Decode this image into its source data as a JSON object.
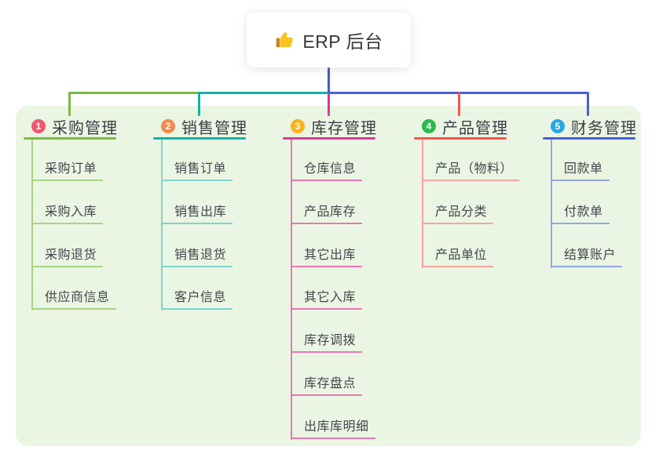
{
  "root": {
    "icon": "thumbs-up-icon",
    "label": "ERP 后台"
  },
  "palette": {
    "page_bg": "#ffffff",
    "panel_bg": "#eaf6e3",
    "root_connector": "#4c58c6",
    "header_text": "#3d3d46",
    "child_text": "#45454d"
  },
  "branches": [
    {
      "num": "1",
      "label": "采购管理",
      "badge_color": "#f4566f",
      "line_color": "#7cb845",
      "child_line_color": "#a9d287",
      "children": [
        "采购订单",
        "采购入库",
        "采购退货",
        "供应商信息"
      ]
    },
    {
      "num": "2",
      "label": "销售管理",
      "badge_color": "#f28a4d",
      "line_color": "#12b2a8",
      "child_line_color": "#7ed5cb",
      "children": [
        "销售订单",
        "销售出库",
        "销售退货",
        "客户信息"
      ]
    },
    {
      "num": "3",
      "label": "库存管理",
      "badge_color": "#fbb11d",
      "line_color": "#d63a93",
      "child_line_color": "#ea77b4",
      "children": [
        "仓库信息",
        "产品库存",
        "其它出库",
        "其它入库",
        "库存调拨",
        "库存盘点",
        "出库库明细"
      ]
    },
    {
      "num": "4",
      "label": "产品管理",
      "badge_color": "#2eb84e",
      "line_color": "#f4564e",
      "child_line_color": "#f8a49d",
      "children": [
        "产品（物料）",
        "产品分类",
        "产品单位"
      ]
    },
    {
      "num": "5",
      "label": "财务管理",
      "badge_color": "#2aa7e8",
      "line_color": "#4661d4",
      "child_line_color": "#94a9de",
      "children": [
        "回款单",
        "付款单",
        "结算账户"
      ]
    }
  ]
}
